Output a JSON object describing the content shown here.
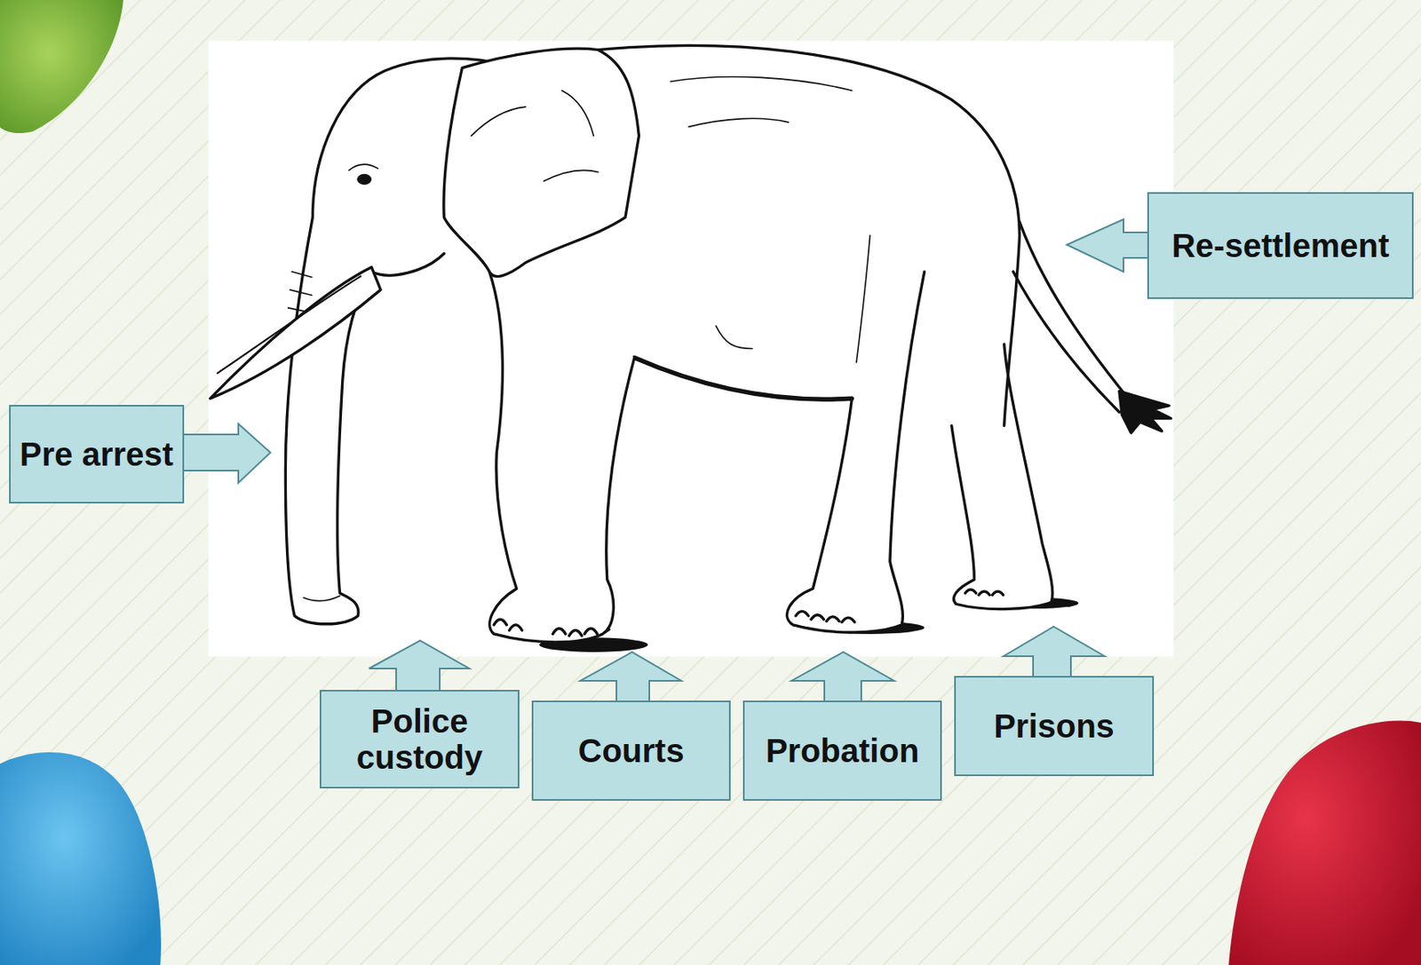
{
  "diagram": {
    "nodes": [
      {
        "text": [
          "Pre arrest"
        ]
      },
      {
        "text": [
          "Police custody"
        ]
      },
      {
        "text": [
          "Courts"
        ]
      },
      {
        "text": [
          "Probation"
        ]
      },
      {
        "text": [
          "Prisons"
        ]
      },
      {
        "text": [
          "Re-settlement"
        ]
      }
    ]
  }
}
